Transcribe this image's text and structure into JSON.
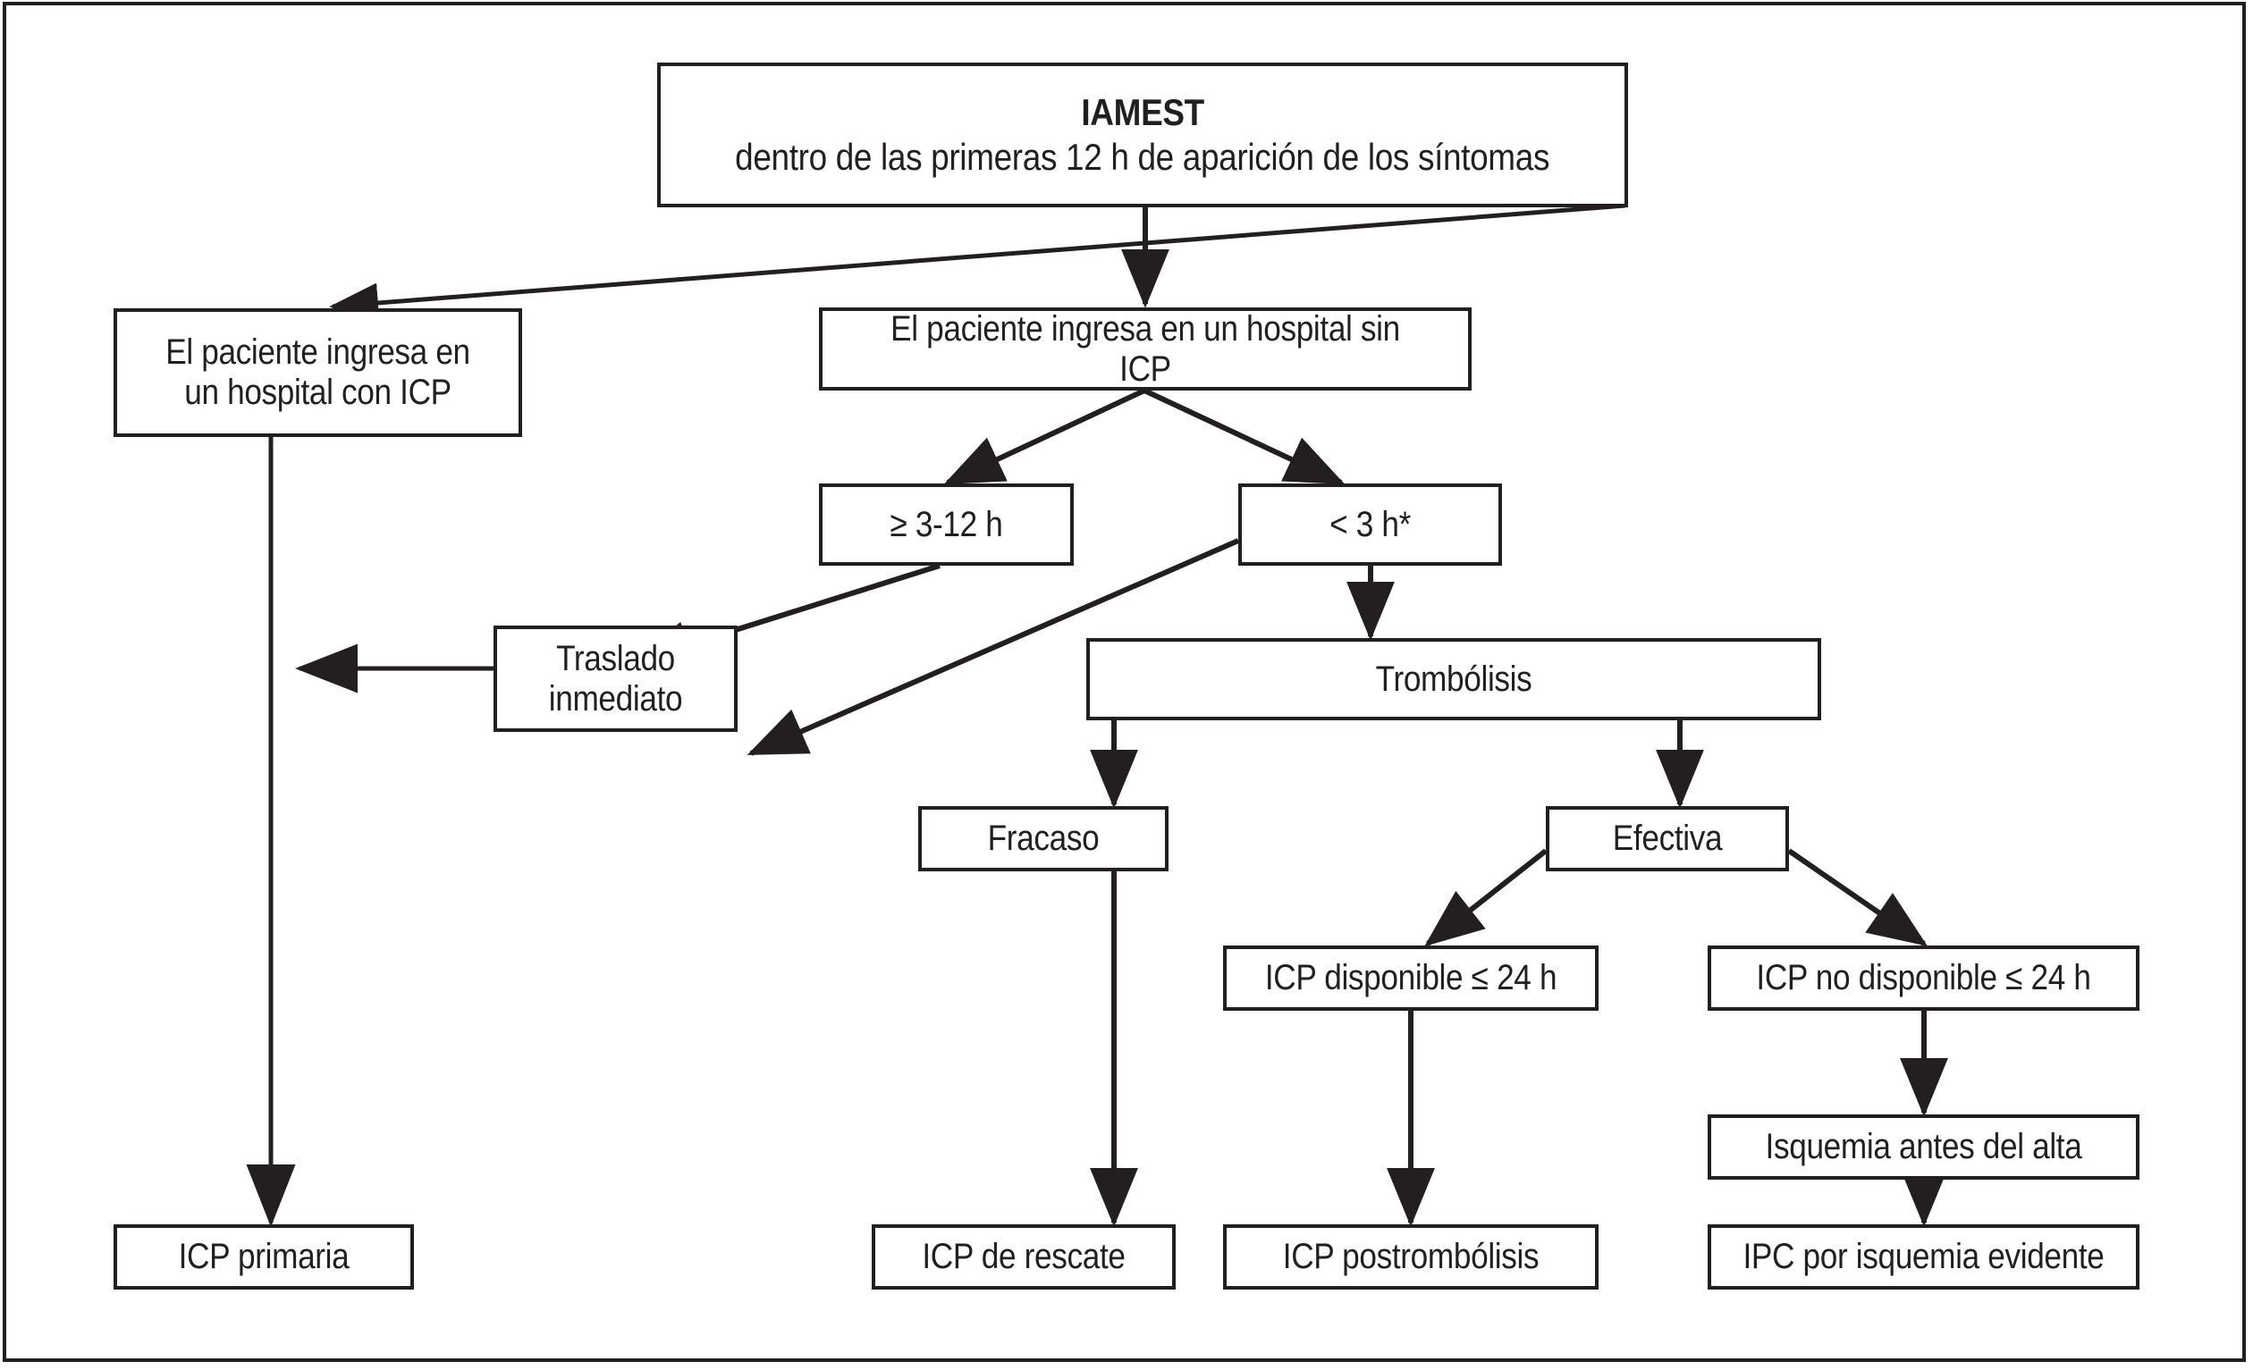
{
  "diagram": {
    "title_node": {
      "line1": "IAMEST",
      "line2": "dentro de las primeras 12 h de aparición de los síntomas"
    },
    "nodes": {
      "hospital_con_icp": "El paciente ingresa en\nun hospital con ICP",
      "hospital_sin_icp": "El paciente ingresa en un hospital sin ICP",
      "ventana_3_12": "≥ 3-12 h",
      "ventana_menor_3": "< 3 h*",
      "traslado_inmediato": "Traslado\ninmediato",
      "trombolisis": "Trombólisis",
      "fracaso": "Fracaso",
      "efectiva": "Efectiva",
      "icp_disponible": "ICP disponible ≤ 24 h",
      "icp_no_disponible": "ICP no disponible ≤ 24 h",
      "isquemia_antes_alta": "Isquemia antes del alta",
      "icp_primaria": "ICP primaria",
      "icp_de_rescate": "ICP de rescate",
      "icp_postrombolisis": "ICP postrombólisis",
      "ipc_isquemia_evidente": "IPC por isquemia evidente"
    },
    "colors": {
      "stroke": "#231f20",
      "background": "#ffffff"
    }
  }
}
